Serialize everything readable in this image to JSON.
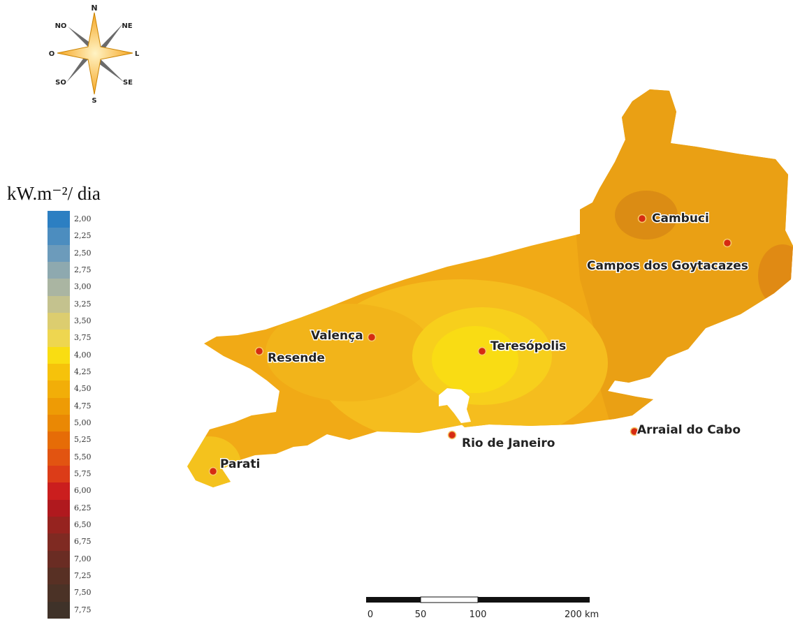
{
  "compass": {
    "n": "N",
    "ne": "NE",
    "l": "L",
    "se": "SE",
    "s": "S",
    "so": "SO",
    "o": "O",
    "no": "NO"
  },
  "legend": {
    "title": "kW.m⁻²/ dia",
    "classes": [
      {
        "label": "2,00",
        "color": "#2c7fc2"
      },
      {
        "label": "2,25",
        "color": "#4c8dbf"
      },
      {
        "label": "2,50",
        "color": "#6c9bbb"
      },
      {
        "label": "2,75",
        "color": "#8ea9af"
      },
      {
        "label": "3,00",
        "color": "#aab5a2"
      },
      {
        "label": "3,25",
        "color": "#c4c28e"
      },
      {
        "label": "3,50",
        "color": "#dccd6f"
      },
      {
        "label": "3,75",
        "color": "#eed650"
      },
      {
        "label": "4,00",
        "color": "#f9dd12"
      },
      {
        "label": "4,25",
        "color": "#f6c20b"
      },
      {
        "label": "4,50",
        "color": "#f2ae08"
      },
      {
        "label": "4,75",
        "color": "#ee9b05"
      },
      {
        "label": "5,00",
        "color": "#ea8804"
      },
      {
        "label": "5,25",
        "color": "#e66c07"
      },
      {
        "label": "5,50",
        "color": "#e25411"
      },
      {
        "label": "5,75",
        "color": "#dc3c18"
      },
      {
        "label": "6,00",
        "color": "#cb1e1e"
      },
      {
        "label": "6,25",
        "color": "#b0191e"
      },
      {
        "label": "6,50",
        "color": "#96231f"
      },
      {
        "label": "6,75",
        "color": "#7f2a22"
      },
      {
        "label": "7,00",
        "color": "#6a2c23"
      },
      {
        "label": "7,25",
        "color": "#583024"
      },
      {
        "label": "7,50",
        "color": "#4b3226"
      },
      {
        "label": "7,75",
        "color": "#3f3229"
      }
    ]
  },
  "cities": {
    "cambuci": "Cambuci",
    "campos": "Campos dos Goytacazes",
    "valenca": "Valença",
    "resende": "Resende",
    "teresopolis": "Teresópolis",
    "rio": "Rio de Janeiro",
    "arraial": "Arraial do Cabo",
    "parati": "Parati"
  },
  "scale": {
    "t0": "0",
    "t50": "50",
    "t100": "100",
    "t200": "200 km"
  }
}
